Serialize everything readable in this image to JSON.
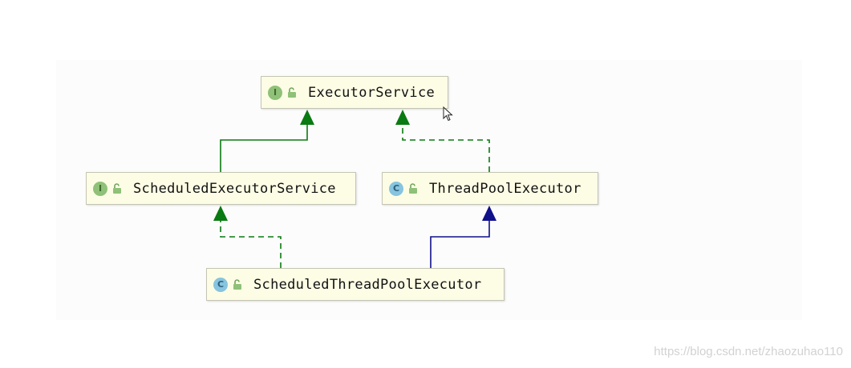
{
  "diagram": {
    "nodes": [
      {
        "id": "executor-service",
        "kind": "interface",
        "badge": "I",
        "label": "ExecutorService"
      },
      {
        "id": "scheduled-executor-service",
        "kind": "interface",
        "badge": "I",
        "label": "ScheduledExecutorService"
      },
      {
        "id": "thread-pool-executor",
        "kind": "class",
        "badge": "C",
        "label": "ThreadPoolExecutor"
      },
      {
        "id": "scheduled-thread-pool-executor",
        "kind": "class",
        "badge": "C",
        "label": "ScheduledThreadPoolExecutor"
      }
    ],
    "edges": [
      {
        "from": "scheduled-executor-service",
        "to": "executor-service",
        "relation": "extends",
        "style": "solid",
        "color": "#0a7a12"
      },
      {
        "from": "thread-pool-executor",
        "to": "executor-service",
        "relation": "implements",
        "style": "dashed",
        "color": "#0a7a12"
      },
      {
        "from": "scheduled-thread-pool-executor",
        "to": "scheduled-executor-service",
        "relation": "implements",
        "style": "dashed",
        "color": "#0a7a12"
      },
      {
        "from": "scheduled-thread-pool-executor",
        "to": "thread-pool-executor",
        "relation": "extends",
        "style": "solid",
        "color": "#10108a"
      }
    ]
  },
  "colors": {
    "interface_badge": "#8fc178",
    "class_badge": "#87c4df",
    "node_fill": "#fdfde6",
    "implements_edge": "#0a7a12",
    "extends_class_edge": "#10108a"
  },
  "icons": {
    "access": "open-lock-icon",
    "pointer": "mouse-cursor-icon"
  },
  "watermark": "https://blog.csdn.net/zhaozuhao110"
}
